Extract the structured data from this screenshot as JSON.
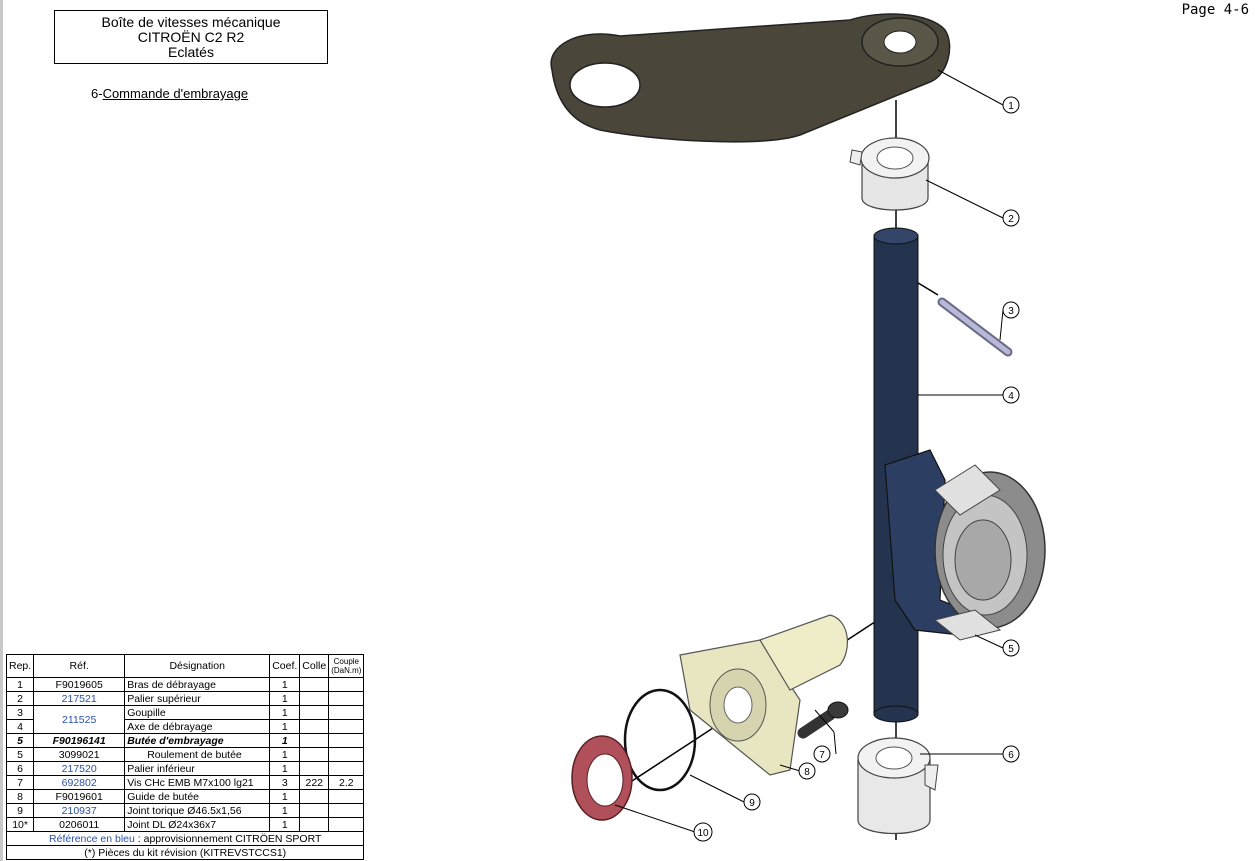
{
  "header": {
    "title_lines": [
      "Boîte de vitesses mécanique",
      "CITROËN C2 R2",
      "Eclatés"
    ],
    "section_number": "6-",
    "section_title": "Commande d'embrayage ",
    "page": "Page 4-6"
  },
  "callouts": [
    "1",
    "2",
    "3",
    "4",
    "5",
    "6",
    "7",
    "8",
    "9",
    "10"
  ],
  "table": {
    "headers": {
      "rep": "Rep.",
      "ref": "Réf.",
      "designation": "Désignation",
      "coef": "Coef.",
      "colle": "Colle",
      "couple": "Couple",
      "couple_unit": "(DaN.m)"
    },
    "rows": [
      {
        "rep": "1",
        "ref": "F9019605",
        "designation": "Bras de débrayage",
        "coef": "1",
        "colle": "",
        "couple": ""
      },
      {
        "rep": "2",
        "ref": "217521",
        "designation": "Palier supérieur",
        "coef": "1",
        "colle": "",
        "couple": ""
      },
      {
        "rep": "3",
        "ref": "211525",
        "designation": "Goupille",
        "coef": "1",
        "colle": "",
        "couple": ""
      },
      {
        "rep": "4",
        "ref": "",
        "designation": "Axe de débrayage",
        "coef": "1",
        "colle": "",
        "couple": ""
      },
      {
        "rep": "5",
        "ref": "F90196141",
        "designation": "Butée d'embrayage",
        "coef": "1",
        "colle": "",
        "couple": ""
      },
      {
        "rep": "5",
        "ref": "3099021",
        "designation": "Roulement de butée",
        "coef": "1",
        "colle": "",
        "couple": ""
      },
      {
        "rep": "6",
        "ref": "217520",
        "designation": "Palier inférieur",
        "coef": "1",
        "colle": "",
        "couple": ""
      },
      {
        "rep": "7",
        "ref": "692802",
        "designation": "Vis CHc EMB M7x100 lg21",
        "coef": "3",
        "colle": "222",
        "couple": "2.2"
      },
      {
        "rep": "8",
        "ref": "F9019601",
        "designation": "Guide de butée",
        "coef": "1",
        "colle": "",
        "couple": ""
      },
      {
        "rep": "9",
        "ref": "210937",
        "designation": "Joint torique Ø46.5x1,56",
        "coef": "1",
        "colle": "",
        "couple": ""
      },
      {
        "rep": "10*",
        "ref": "0206011",
        "designation": "Joint DL Ø24x36x7",
        "coef": "1",
        "colle": "",
        "couple": ""
      }
    ],
    "footer_blue": "Référence en bleu",
    "footer_rest": " : approvisionnement CITRÖEN SPORT",
    "footer2": "(*) Pièces du kit révision (KITREVSTCCS1)"
  },
  "colors": {
    "shaft": "#24344f",
    "arm": "#4a463a",
    "guide": "#e8e6c0",
    "seal": "#b0505a",
    "bearing": "#9a9a9a",
    "ref_blue": "#2a4fa8"
  }
}
